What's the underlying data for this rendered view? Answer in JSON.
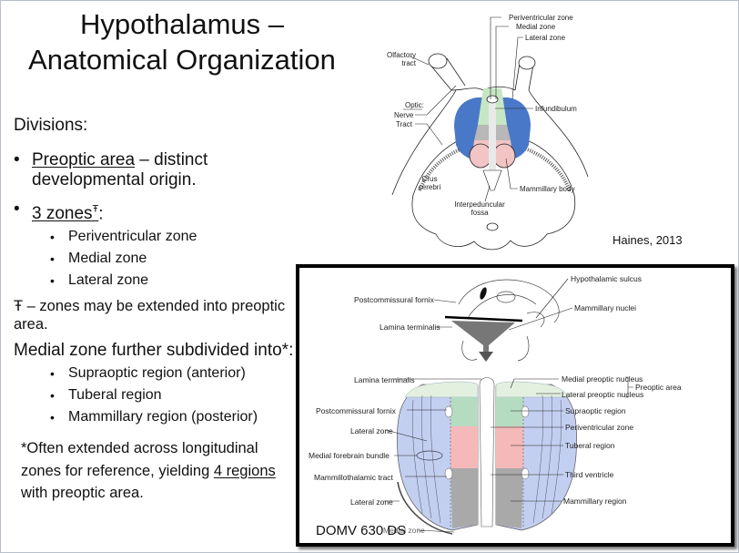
{
  "slide": {
    "title_line1": "Hypothalamus –",
    "title_line2": "Anatomical Organization",
    "divisions_heading": "Divisions:",
    "bullet1_underlined": "Preoptic area",
    "bullet1_rest": " – distinct developmental origin.",
    "bullet2_underlined": "3 zones",
    "bullet2_sup": "Ŧ",
    "bullet2_rest": ":",
    "zones": [
      "Periventricular zone",
      "Medial zone",
      "Lateral zone"
    ],
    "footnote": "Ŧ – zones may be extended into preoptic area.",
    "medial_heading": "Medial zone further subdivided into*:",
    "regions": [
      "Supraoptic region (anterior)",
      "Tuberal region",
      "Mammillary region (posterior)"
    ],
    "note_part1": "*Often extended across longitudinal zones for reference, yielding ",
    "note_underlined": "4 regions",
    "note_part2": " with preoptic area."
  },
  "figure_top": {
    "labels": {
      "periventricular_zone": "Periventricular zone",
      "medial_zone": "Medial zone",
      "lateral_zone": "Lateral zone",
      "olfactory_tract_1": "Olfactory",
      "olfactory_tract_2": "tract",
      "optic": "Optic:",
      "nerve": "Nerve",
      "tract": "Tract",
      "infundibulum": "Infundibulum",
      "crus_cerebri_1": "Crus",
      "crus_cerebri_2": "cerebri",
      "mammillary_body": "Mammillary body",
      "interpeduncular_1": "Interpeduncular",
      "interpeduncular_2": "fossa"
    },
    "citation": "Haines, 2013",
    "colors": {
      "lateral": "#4a78c8",
      "medial": "#c7e6c4",
      "tuberal": "#f2c4c4",
      "gray": "#b8b8b8"
    }
  },
  "figure_bottom": {
    "labels": {
      "hypothalamic_sulcus": "Hypothalamic sulcus",
      "postcommissural_fornix_top": "Postcommissural fornix",
      "mammillary_nuclei": "Mammillary nuclei",
      "lamina_terminalis_top": "Lamina terminalis",
      "lamina_terminalis": "Lamina terminalis",
      "postcommissural_fornix": "Postcommissural fornix",
      "lateral_zone_1": "Lateral zone",
      "medial_forebrain_bundle": "Medial forebrain bundle",
      "mammillothalamic_tract": "Mammillothalamic tract",
      "lateral_zone_2": "Lateral zone",
      "medial_zone": "Medial zone",
      "medial_preoptic_nucleus": "Medial preoptic nucleus",
      "lateral_preoptic_nucleus": "Lateral preoptic nucleus",
      "preoptic_area": "Preoptic area",
      "supraoptic_region": "Supraoptic region",
      "periventricular_zone": "Periventricular zone",
      "tuberal_region": "Tuberal region",
      "third_ventricle": "Third ventricle",
      "mammillary_region": "Mammillary region"
    },
    "watermark": "DOMV 630 DS",
    "colors": {
      "lateral": "#c3cff0",
      "supraoptic": "#b5dcc0",
      "tuberal": "#f5b9b9",
      "mammillary": "#a9a9a9",
      "preoptic": "#e3f0e0"
    }
  }
}
